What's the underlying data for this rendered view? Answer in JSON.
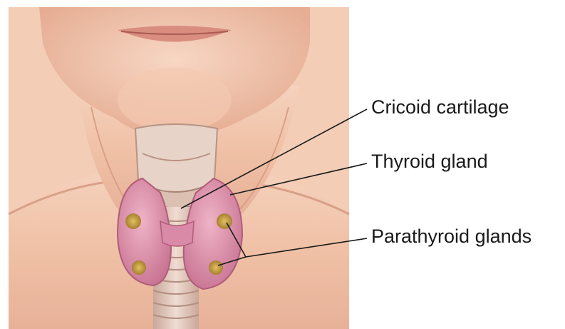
{
  "labels": {
    "cricoid": "Cricoid cartilage",
    "thyroid": "Thyroid gland",
    "parathyroid": "Parathyroid glands"
  },
  "colors": {
    "skin": "#f2c7ad",
    "skin_shadow": "#dca38a",
    "cartilage": "#e6cfc3",
    "thyroid": "#d98aa6",
    "parathyroid": "#c9a240",
    "leader_line": "#1a1a1a"
  }
}
